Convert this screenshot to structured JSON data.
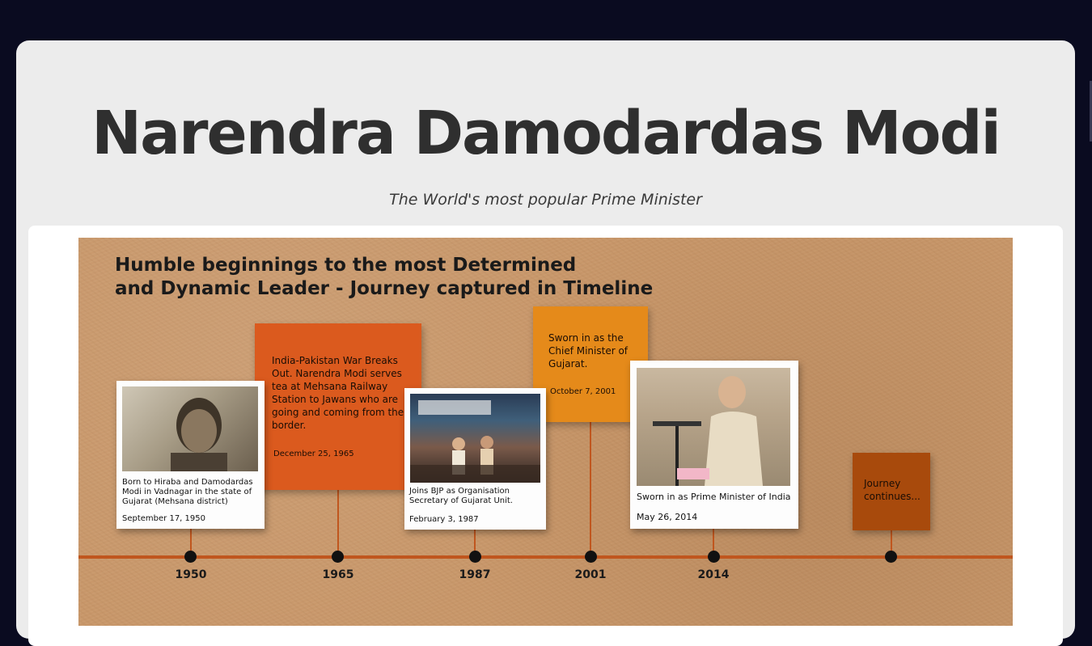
{
  "header": {
    "title": "Narendra Damodardas Modi",
    "subtitle": "The World's most popular Prime Minister"
  },
  "timeline": {
    "heading_line1": "Humble beginnings to the most Determined",
    "heading_line2": "and Dynamic Leader - Journey captured in Timeline",
    "years": [
      "1950",
      "1965",
      "1987",
      "2001",
      "2014"
    ],
    "events": [
      {
        "text": "Born to Hiraba and Damodardas Modi in Vadnagar in the state of Gujarat (Mehsana district)",
        "date": "September 17, 1950"
      },
      {
        "text": "India-Pakistan War Breaks Out. Narendra Modi serves tea at Mehsana Railway Station to Jawans who are going and coming from the border.",
        "date": "December 25, 1965"
      },
      {
        "text": "Joins BJP as Organisation Secretary of Gujarat Unit.",
        "date": "February 3, 1987"
      },
      {
        "text": "Sworn in as the Chief Minister of Gujarat.",
        "date": "October 7, 2001"
      },
      {
        "text": "Sworn in as Prime Minister of India",
        "date": "May 26, 2014"
      },
      {
        "text": "Journey continues...",
        "date": ""
      }
    ]
  },
  "colors": {
    "page_bg": "#0a0b20",
    "card_bg": "#ececec",
    "paper": "#c8976a",
    "timeline_line": "#c0561e",
    "orange_dark": "#db5a1e",
    "orange_light": "#e58a1a",
    "brown": "#a84a0c"
  }
}
